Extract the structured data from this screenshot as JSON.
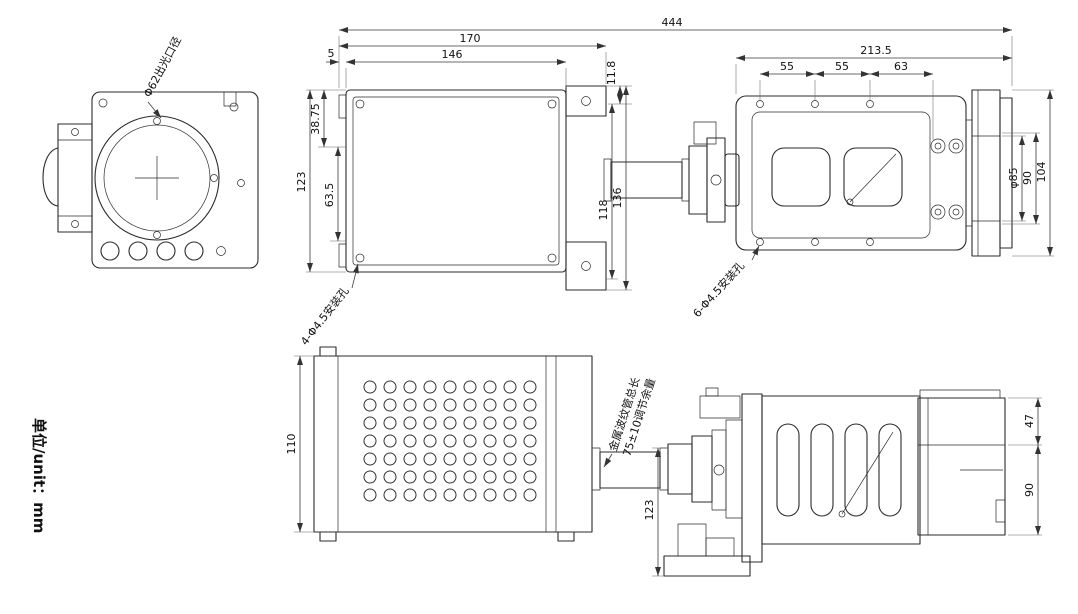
{
  "units_label": "单位/unit：mm",
  "colors": {
    "line": "#2b2b2b",
    "dimension": "#3a3a3a",
    "background": "#ffffff"
  },
  "notes": {
    "lens_aperture": "Φ62出光口径",
    "mount_holes_box": "4-Φ4.5安装孔",
    "mount_holes_plate": "6-Φ4.5安装孔",
    "bellows_note_line1": "金属波纹管总长",
    "bellows_note_line2": "75±10调节余量"
  },
  "dims": {
    "overall_length": "444",
    "box_width_outer": "170",
    "box_width_body": "146",
    "box_edge_offset": "5",
    "flange_offset": "11.8",
    "plate_length": "213.5",
    "hole_pitch_1": "55",
    "hole_pitch_2": "55",
    "hole_pitch_3": "63",
    "box_top_offset": "38.75",
    "box_axis_offset": "63.5",
    "box_depth": "123",
    "plate_inner_height": "118",
    "plate_outer_height": "136",
    "head_bore": "φ85",
    "head_height_inner": "90",
    "head_height_outer": "104",
    "box_side_height": "110",
    "head_drop": "123",
    "head_top_section": "47",
    "barrel_section": "90"
  }
}
